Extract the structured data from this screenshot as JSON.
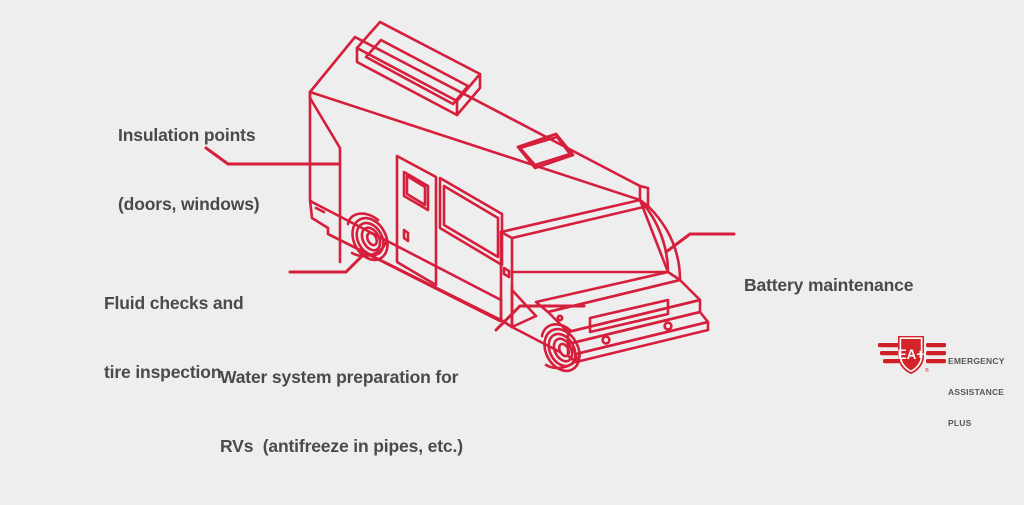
{
  "colors": {
    "background": "#eeeeee",
    "line": "#d61f3c",
    "line_dark": "#c2182f",
    "text": "#4a4a4a",
    "logo_red": "#cf2027",
    "logo_shield": "#d3242b",
    "logo_text": "#58585a"
  },
  "diagram": {
    "subject": "rv-motorhome-isometric-line-drawing",
    "callouts": [
      {
        "id": "insulation",
        "line1": "Insulation points",
        "line2": "(doors, windows)"
      },
      {
        "id": "fluid",
        "line1": "Fluid checks and",
        "line2": "tire inspection"
      },
      {
        "id": "water",
        "line1": "Water system preparation for",
        "line2": "RVs  (antifreeze in pipes, etc.)"
      },
      {
        "id": "battery",
        "line1": "Battery maintenance",
        "line2": ""
      }
    ]
  },
  "logo": {
    "monogram": "EA+",
    "name_line1": "EMERGENCY",
    "name_line2": "ASSISTANCE",
    "name_line3": "PLUS",
    "trademark": "®"
  }
}
